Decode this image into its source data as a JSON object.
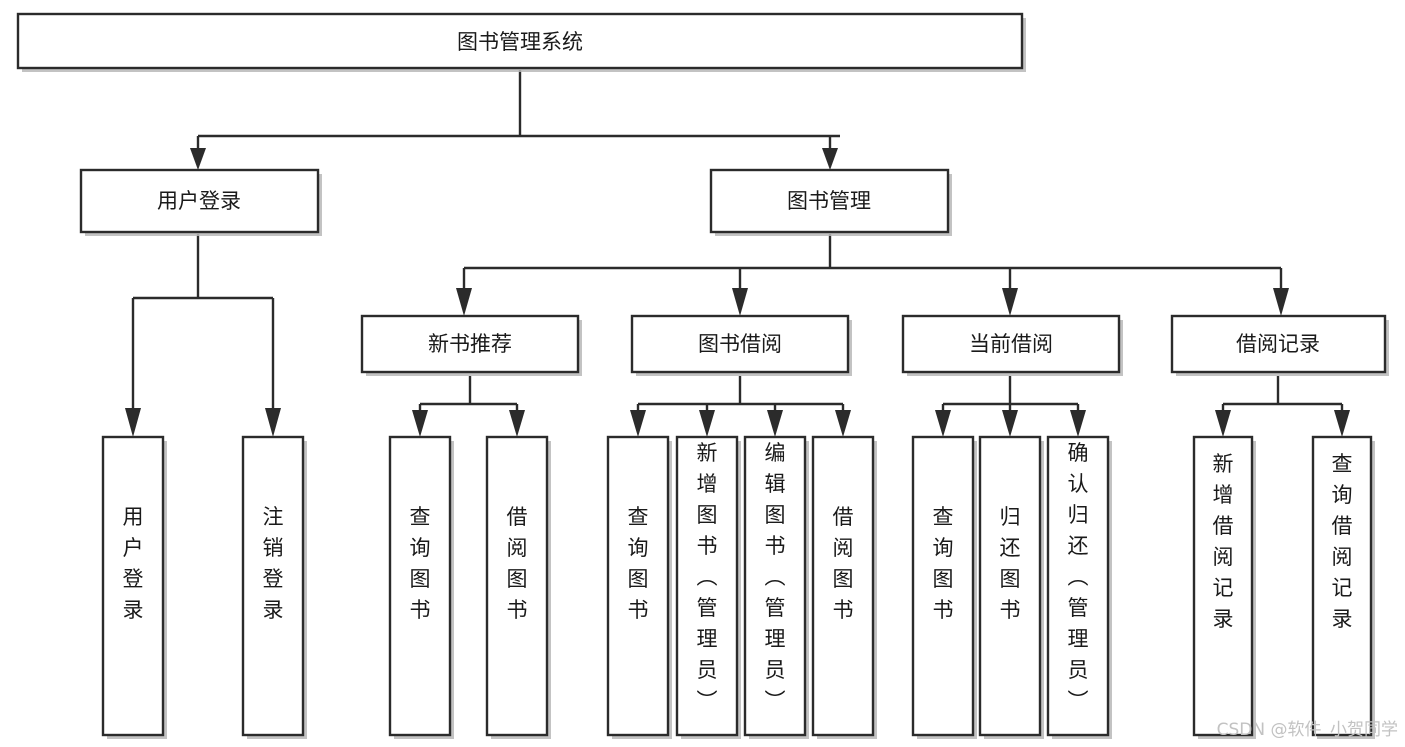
{
  "diagram": {
    "title": "图书管理系统",
    "type": "tree-hierarchy",
    "root": {
      "id": "root",
      "label": "图书管理系统",
      "orientation": "horizontal"
    },
    "level2": [
      {
        "id": "user-login",
        "label": "用户登录",
        "orientation": "horizontal"
      },
      {
        "id": "book-manage",
        "label": "图书管理",
        "orientation": "horizontal"
      }
    ],
    "level3": [
      {
        "id": "new-book-rec",
        "label": "新书推荐",
        "orientation": "horizontal",
        "parent": "book-manage"
      },
      {
        "id": "book-borrow",
        "label": "图书借阅",
        "orientation": "horizontal",
        "parent": "book-manage"
      },
      {
        "id": "current-borrow",
        "label": "当前借阅",
        "orientation": "horizontal",
        "parent": "book-manage"
      },
      {
        "id": "borrow-record",
        "label": "借阅记录",
        "orientation": "horizontal",
        "parent": "book-manage"
      }
    ],
    "leaves": [
      {
        "id": "leaf-user-login",
        "label": "用户登录",
        "orientation": "vertical",
        "parent": "user-login"
      },
      {
        "id": "leaf-user-logout",
        "label": "注销登录",
        "orientation": "vertical",
        "parent": "user-login"
      },
      {
        "id": "leaf-query-book-1",
        "label": "查询图书",
        "orientation": "vertical",
        "parent": "new-book-rec"
      },
      {
        "id": "leaf-borrow-book-1",
        "label": "借阅图书",
        "orientation": "vertical",
        "parent": "new-book-rec"
      },
      {
        "id": "leaf-query-book-2",
        "label": "查询图书",
        "orientation": "vertical",
        "parent": "book-borrow"
      },
      {
        "id": "leaf-add-book",
        "label": "新增图书（管理员）",
        "orientation": "vertical",
        "parent": "book-borrow"
      },
      {
        "id": "leaf-edit-book",
        "label": "编辑图书（管理员）",
        "orientation": "vertical",
        "parent": "book-borrow"
      },
      {
        "id": "leaf-borrow-book-2",
        "label": "借阅图书",
        "orientation": "vertical",
        "parent": "book-borrow"
      },
      {
        "id": "leaf-query-book-3",
        "label": "查询图书",
        "orientation": "vertical",
        "parent": "current-borrow"
      },
      {
        "id": "leaf-return-book",
        "label": "归还图书",
        "orientation": "vertical",
        "parent": "current-borrow"
      },
      {
        "id": "leaf-confirm-return",
        "label": "确认归还（管理员）",
        "orientation": "vertical",
        "parent": "current-borrow"
      },
      {
        "id": "leaf-add-record",
        "label": "新增借阅记录",
        "orientation": "vertical",
        "parent": "borrow-record"
      },
      {
        "id": "leaf-query-record",
        "label": "查询借阅记录",
        "orientation": "vertical",
        "parent": "borrow-record"
      }
    ]
  },
  "watermark": {
    "text": "CSDN @软件_小贺同学"
  },
  "colors": {
    "background": "#ffffff",
    "box_stroke": "#2b2b2b",
    "box_fill": "#ffffff",
    "box_shadow": "#b9b9b9",
    "text": "#1a1a1a",
    "watermark": "#c2c2c2"
  }
}
